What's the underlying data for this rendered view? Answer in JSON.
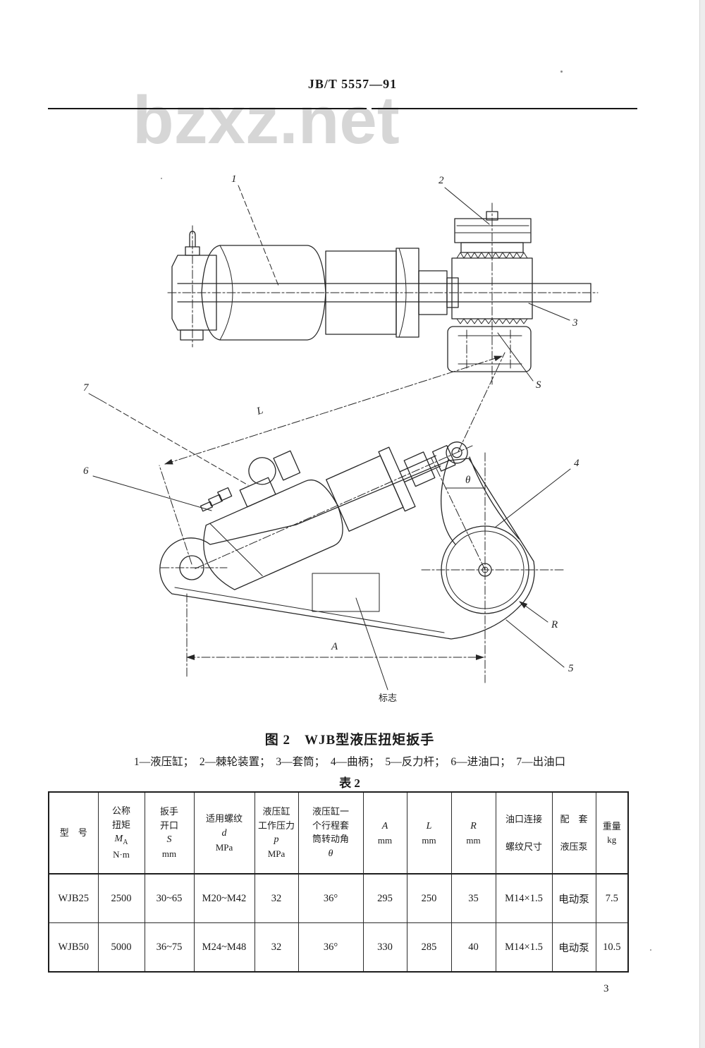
{
  "page": {
    "standard_code": "JB/T 5557—91",
    "page_number": "3",
    "watermark": "bzxz.net"
  },
  "figure": {
    "caption": "图 2　WJB型液压扭矩扳手",
    "legend": "1—液压缸；　2—棘轮装置；　3—套筒；　4—曲柄；　5—反力杆；　6—进油口；　7—出油口",
    "callouts": {
      "c1": "1",
      "c2": "2",
      "c3": "3",
      "c4": "4",
      "c5": "5",
      "c6": "6",
      "c7": "7",
      "dim_s": "S",
      "dim_l": "L",
      "dim_a": "A",
      "dim_r": "R",
      "theta": "θ",
      "mark_label": "标志"
    }
  },
  "table": {
    "title": "表 2",
    "header": [
      {
        "top": "型　号"
      },
      {
        "top": "公称\n扭矩",
        "sym": "M",
        "sub": "A",
        "unit": "N·m"
      },
      {
        "top": "扳手\n开口",
        "sym": "S",
        "unit": "mm"
      },
      {
        "top": "适用螺纹",
        "sym": "d",
        "unit": "MPa"
      },
      {
        "top": "液压缸\n工作压力",
        "sym": "p",
        "unit": "MPa"
      },
      {
        "top": "液压缸一\n个行程套\n筒转动角",
        "sym": "θ"
      },
      {
        "sym": "A",
        "unit": "mm"
      },
      {
        "sym": "L",
        "unit": "mm"
      },
      {
        "sym": "R",
        "unit": "mm"
      },
      {
        "top": "油口连接\n\n螺纹尺寸"
      },
      {
        "top": "配　套\n\n液压泵"
      },
      {
        "top": "重量",
        "unit": "kg"
      }
    ],
    "rows": [
      [
        "WJB25",
        "2500",
        "30~65",
        "M20~M42",
        "32",
        "36°",
        "295",
        "250",
        "35",
        "M14×1.5",
        "电动泵",
        "7.5"
      ],
      [
        "WJB50",
        "5000",
        "36~75",
        "M24~M48",
        "32",
        "36°",
        "330",
        "285",
        "40",
        "M14×1.5",
        "电动泵",
        "10.5"
      ]
    ]
  }
}
